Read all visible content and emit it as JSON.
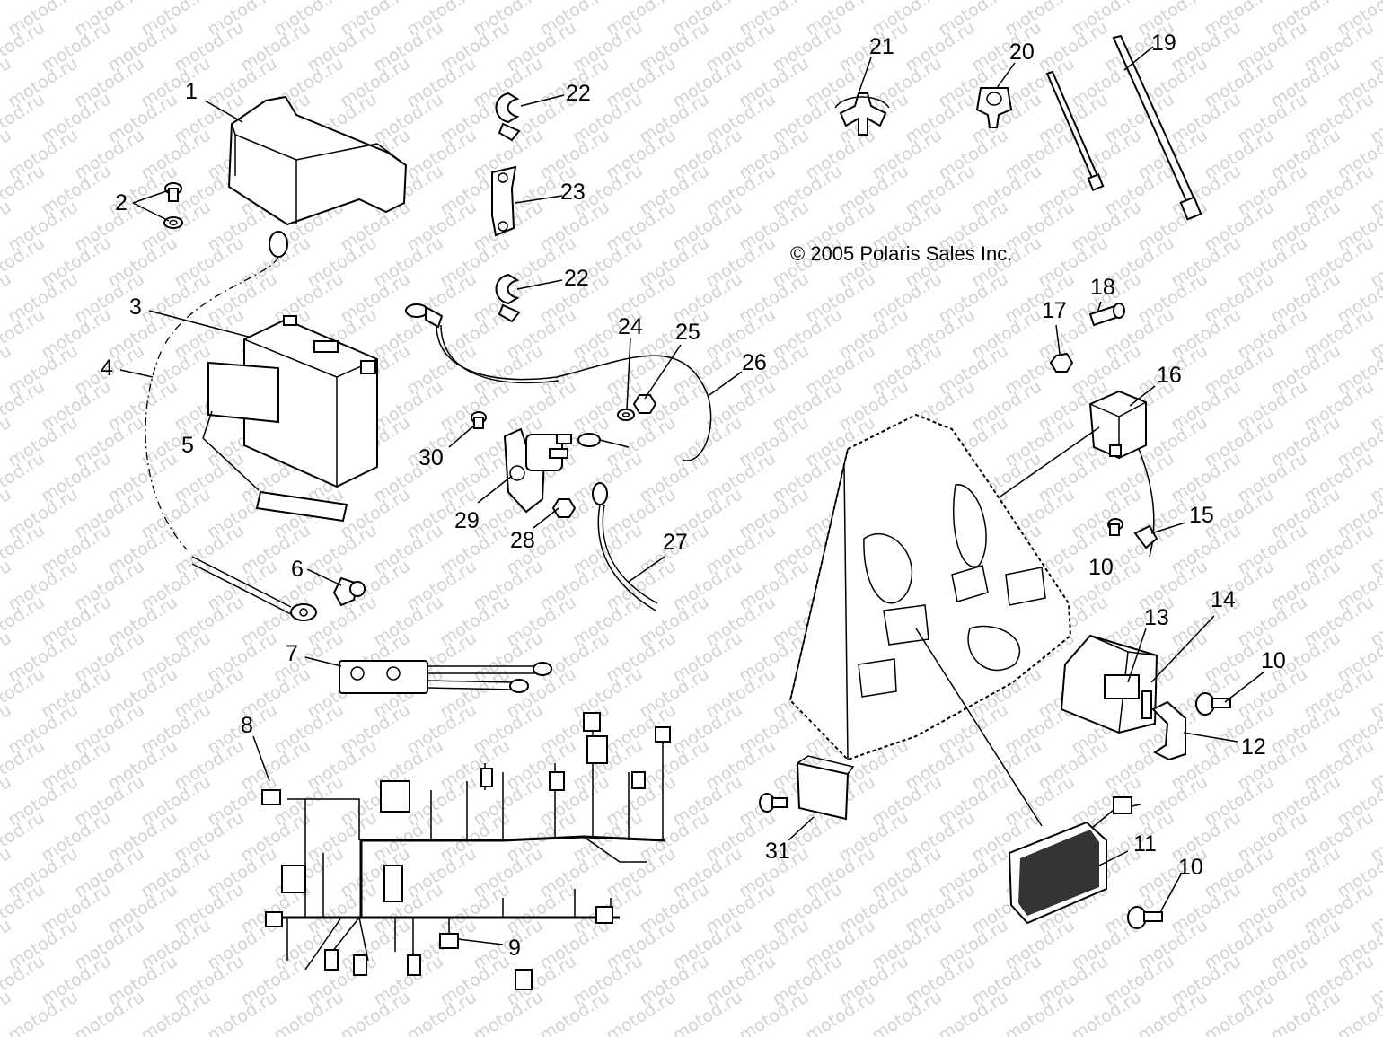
{
  "copyright": "© 2005 Polaris Sales Inc.",
  "watermark": "motod.ru",
  "callouts": [
    {
      "id": "c1",
      "label": "1"
    },
    {
      "id": "c2",
      "label": "2"
    },
    {
      "id": "c3",
      "label": "3"
    },
    {
      "id": "c4",
      "label": "4"
    },
    {
      "id": "c5",
      "label": "5"
    },
    {
      "id": "c6",
      "label": "6"
    },
    {
      "id": "c7",
      "label": "7"
    },
    {
      "id": "c8",
      "label": "8"
    },
    {
      "id": "c9",
      "label": "9"
    },
    {
      "id": "c10a",
      "label": "10"
    },
    {
      "id": "c10b",
      "label": "10"
    },
    {
      "id": "c10c",
      "label": "10"
    },
    {
      "id": "c11",
      "label": "11"
    },
    {
      "id": "c12",
      "label": "12"
    },
    {
      "id": "c13",
      "label": "13"
    },
    {
      "id": "c14",
      "label": "14"
    },
    {
      "id": "c15",
      "label": "15"
    },
    {
      "id": "c16",
      "label": "16"
    },
    {
      "id": "c17",
      "label": "17"
    },
    {
      "id": "c18",
      "label": "18"
    },
    {
      "id": "c19",
      "label": "19"
    },
    {
      "id": "c20",
      "label": "20"
    },
    {
      "id": "c21",
      "label": "21"
    },
    {
      "id": "c22a",
      "label": "22"
    },
    {
      "id": "c22b",
      "label": "22"
    },
    {
      "id": "c23",
      "label": "23"
    },
    {
      "id": "c24",
      "label": "24"
    },
    {
      "id": "c25",
      "label": "25"
    },
    {
      "id": "c26",
      "label": "26"
    },
    {
      "id": "c27",
      "label": "27"
    },
    {
      "id": "c28",
      "label": "28"
    },
    {
      "id": "c29",
      "label": "29"
    },
    {
      "id": "c30",
      "label": "30"
    },
    {
      "id": "c31",
      "label": "31"
    }
  ]
}
